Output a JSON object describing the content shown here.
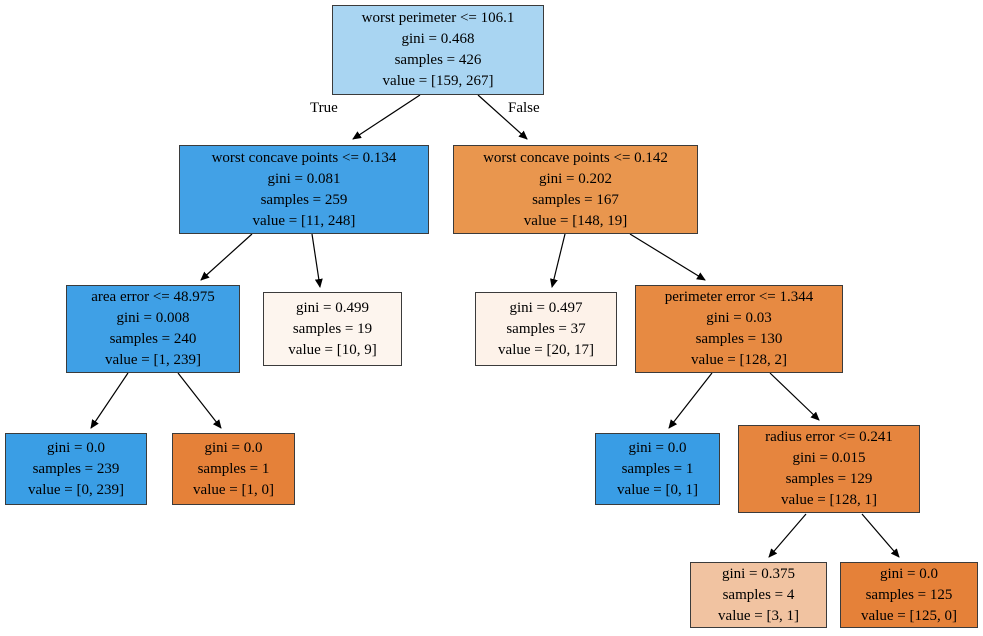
{
  "diagram_title": "decision-tree",
  "labels": {
    "true_label": "True",
    "false_label": "False"
  },
  "colors": {
    "background": "#ffffff",
    "edge": "#000000",
    "node_border": "#3b3b3b",
    "pure_blue": "#399de5",
    "pure_orange": "#e58139"
  },
  "nodes": [
    {
      "id": "root",
      "condition": "worst perimeter <= 106.1",
      "gini": "gini = 0.468",
      "samples": "samples = 426",
      "value": "value = [159, 267]",
      "color": "#a9d5f2"
    },
    {
      "id": "l1-left",
      "condition": "worst concave points <= 0.134",
      "gini": "gini = 0.081",
      "samples": "samples = 259",
      "value": "value = [11, 248]",
      "color": "#42a1e6"
    },
    {
      "id": "l1-right",
      "condition": "worst concave points <= 0.142",
      "gini": "gini = 0.202",
      "samples": "samples = 167",
      "value": "value = [148, 19]",
      "color": "#e9964e"
    },
    {
      "id": "area-error",
      "condition": "area error <= 48.975",
      "gini": "gini = 0.008",
      "samples": "samples = 240",
      "value": "value = [1, 239]",
      "color": "#3fa0e6"
    },
    {
      "id": "leaf-19",
      "gini": "gini = 0.499",
      "samples": "samples = 19",
      "value": "value = [10, 9]",
      "color": "#fdf5ee"
    },
    {
      "id": "leaf-37",
      "gini": "gini = 0.497",
      "samples": "samples = 37",
      "value": "value = [20, 17]",
      "color": "#fdf2e9"
    },
    {
      "id": "perimeter-error",
      "condition": "perimeter error <= 1.344",
      "gini": "gini = 0.03",
      "samples": "samples = 130",
      "value": "value = [128, 2]",
      "color": "#e78a42"
    },
    {
      "id": "leaf-239",
      "gini": "gini = 0.0",
      "samples": "samples = 239",
      "value": "value = [0, 239]",
      "color": "#3a9ee5"
    },
    {
      "id": "leaf-1-0",
      "gini": "gini = 0.0",
      "samples": "samples = 1",
      "value": "value = [1, 0]",
      "color": "#e58139"
    },
    {
      "id": "leaf-0-1",
      "gini": "gini = 0.0",
      "samples": "samples = 1",
      "value": "value = [0, 1]",
      "color": "#399de5"
    },
    {
      "id": "radius-error",
      "condition": "radius error <= 0.241",
      "gini": "gini = 0.015",
      "samples": "samples = 129",
      "value": "value = [128, 1]",
      "color": "#e6853e"
    },
    {
      "id": "leaf-3-1",
      "gini": "gini = 0.375",
      "samples": "samples = 4",
      "value": "value = [3, 1]",
      "color": "#f1c3a1"
    },
    {
      "id": "leaf-125-0",
      "gini": "gini = 0.0",
      "samples": "samples = 125",
      "value": "value = [125, 0]",
      "color": "#e58139"
    }
  ]
}
